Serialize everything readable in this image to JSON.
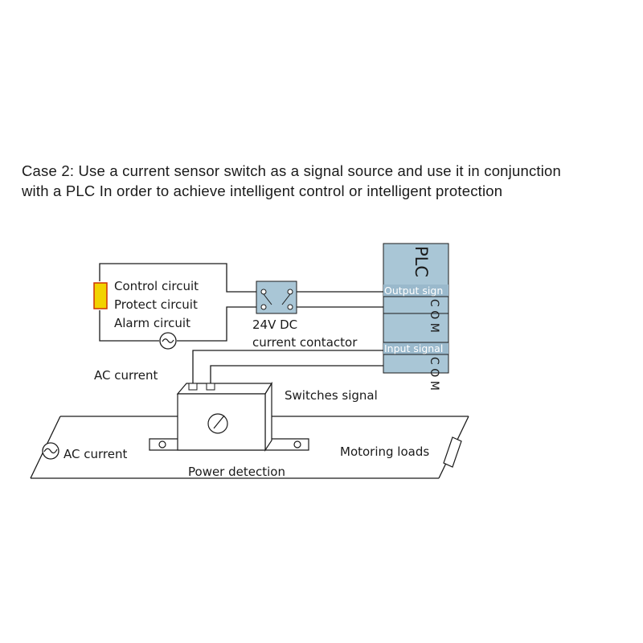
{
  "caption": {
    "line1": "Case 2: Use a current sensor switch as a signal source and use it in conjunction",
    "line2": "with a PLC In order to achieve intelligent control or intelligent protection"
  },
  "labels": {
    "control_circuit": "Control circuit",
    "protect_circuit": "Protect circuit",
    "alarm_circuit": "Alarm circuit",
    "contactor_voltage": "24V DC",
    "contactor_name": "current contactor",
    "ac_current_top": "AC current",
    "switches_signal": "Switches signal",
    "ac_current_bottom": "AC current",
    "motoring_loads": "Motoring loads",
    "power_detection": "Power detection"
  },
  "plc": {
    "title": "PLC",
    "output_signal": "Output sign",
    "input_signal": "Input signal",
    "com_1": "C O M",
    "com_2": "C O M"
  },
  "colors": {
    "plc_fill": "#a9c6d6",
    "plc_label_fill": "#9ab9cc",
    "indicator_fill": "#f2d200",
    "indicator_stroke": "#cc3300",
    "contactor_fill": "#a9c6d6",
    "line": "#1a1a1a"
  }
}
